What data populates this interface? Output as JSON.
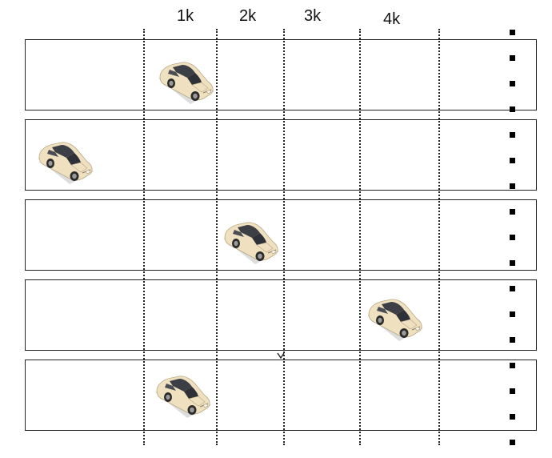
{
  "distance_markers": [
    "1k",
    "2k",
    "3k",
    "4k"
  ],
  "lanes": [
    {
      "car_position_label": "1k"
    },
    {
      "car_position_label": "start"
    },
    {
      "car_position_label": "2k"
    },
    {
      "car_position_label": "4k"
    },
    {
      "car_position_label": "1k"
    }
  ],
  "colors": {
    "car_body": "#efe0bf",
    "car_shadow": "#cfcfcf",
    "lines": "#222222",
    "finish_dots": "#000000"
  },
  "icons": {
    "car": "sedan-car-icon",
    "finish": "finish-line-dots",
    "arrow": "arrow-down-icon"
  }
}
